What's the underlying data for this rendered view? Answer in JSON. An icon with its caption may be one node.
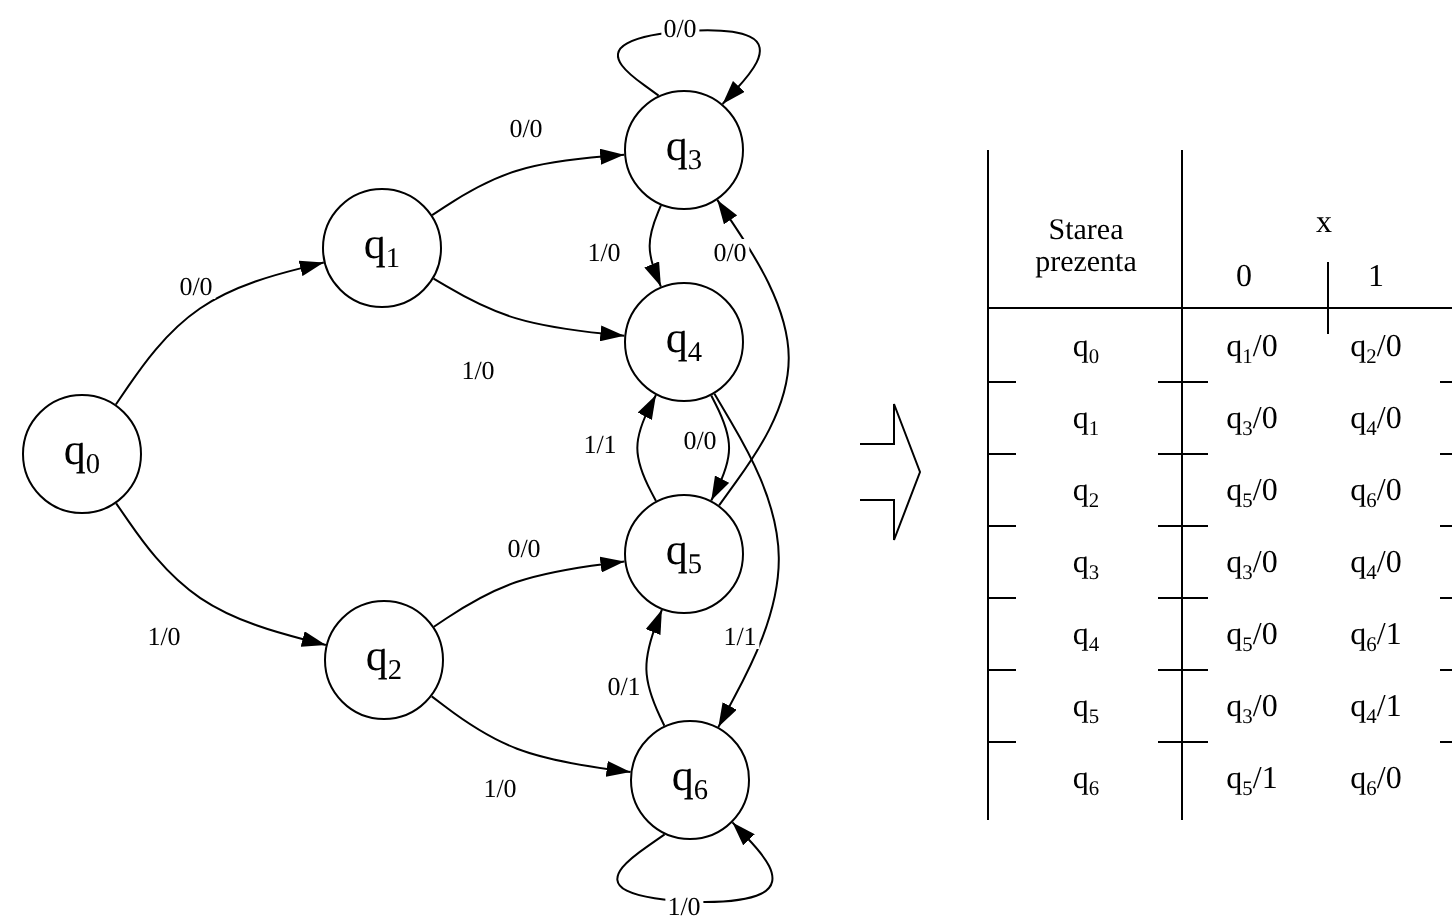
{
  "diagram": {
    "nodes": [
      {
        "text": [
          "q$_{0}$"
        ]
      },
      {
        "text": [
          "q$_{1}$"
        ]
      },
      {
        "text": [
          "q$_{2}$"
        ]
      },
      {
        "text": [
          "q$_{3}$"
        ]
      },
      {
        "text": [
          "q$_{4}$"
        ]
      },
      {
        "text": [
          "q$_{5}$"
        ]
      },
      {
        "text": [
          "q$_{6}$"
        ]
      }
    ],
    "edges": [
      {
        "from": 0,
        "to": 1,
        "arrow": "to",
        "label": "0/0"
      },
      {
        "from": 0,
        "to": 2,
        "arrow": "to",
        "label": "1/0"
      },
      {
        "from": 1,
        "to": 3,
        "arrow": "to",
        "label": "0/0"
      },
      {
        "from": 1,
        "to": 4,
        "arrow": "to",
        "label": "1/0"
      },
      {
        "from": 2,
        "to": 5,
        "arrow": "to",
        "label": "0/0"
      },
      {
        "from": 2,
        "to": 6,
        "arrow": "to",
        "label": "1/0"
      },
      {
        "from": 3,
        "to": 3,
        "arrow": "to",
        "label": "0/0"
      },
      {
        "from": 3,
        "to": 4,
        "arrow": "to",
        "label": "1/0"
      },
      {
        "from": 5,
        "to": 3,
        "arrow": "to",
        "label": "0/0"
      },
      {
        "from": 4,
        "to": 5,
        "arrow": "to",
        "label": "0/0"
      },
      {
        "from": 5,
        "to": 4,
        "arrow": "to",
        "label": "1/1"
      },
      {
        "from": 4,
        "to": 6,
        "arrow": "to",
        "label": "1/1"
      },
      {
        "from": 6,
        "to": 5,
        "arrow": "to",
        "label": "0/1"
      },
      {
        "from": 6,
        "to": 6,
        "arrow": "to",
        "label": "1/0"
      }
    ],
    "labels": [
      "Starea prezenta",
      "x",
      "0",
      "1",
      "q$_{0}$",
      "q$_{1}$/0",
      "q$_{2}$/0",
      "q$_{1}$",
      "q$_{3}$/0",
      "q$_{4}$/0",
      "q$_{2}$",
      "q$_{5}$/0",
      "q$_{6}$/0",
      "q$_{3}$",
      "q$_{3}$/0",
      "q$_{4}$/0",
      "q$_{4}$",
      "q$_{5}$/0",
      "q$_{6}$/1",
      "q$_{5}$",
      "q$_{3}$/0",
      "q$_{4}$/1",
      "q$_{6}$",
      "q$_{5}$/1",
      "q$_{6}$/0"
    ]
  }
}
